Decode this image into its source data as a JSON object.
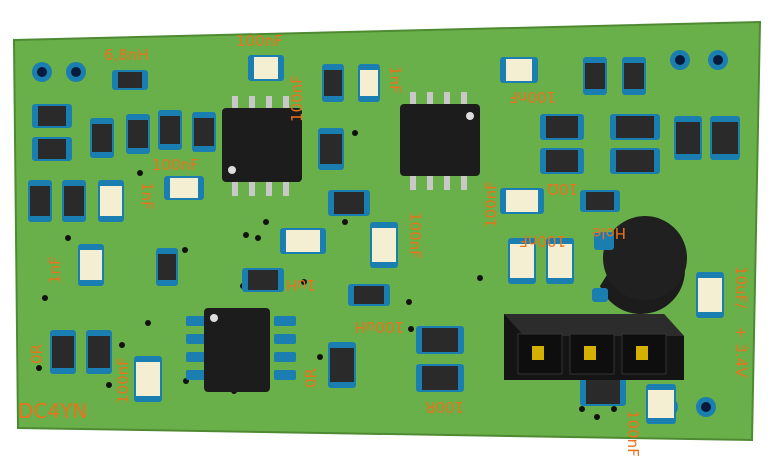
{
  "colors": {
    "pcb": "#6ab04a",
    "pcb_edge": "#5a9a3c",
    "silkscreen": "#e8731c",
    "pad": "#1a7fb0",
    "hole": "#0a1a3a",
    "chip_body": "#1c1c1c",
    "pin": "#c8c8c8"
  },
  "labels": {
    "inductor_top": "6,8nH",
    "cap_top": "100nF",
    "cap_top_rot": "100nF",
    "cap_1nf_a": "1nF",
    "cap_mid_left": "100nF",
    "cap_1nf_b": "1nF",
    "cap_1nf_c": "1nF",
    "cap_mid": "100nF",
    "ind_mid": "1uH",
    "cap_upper_right": "100nF",
    "cap_10": "10Ω",
    "hole_label": "Hole",
    "cap_100nf_mirror": "100nF",
    "ind_100uh": "100uH",
    "res_0r": "0R",
    "cap_100nf_bl": "100nF",
    "res_100r": "100R",
    "res_0r_b": "0R",
    "cap_10uf": "10uF/",
    "voltage": "+ 3.4V",
    "maker": "DC4YN",
    "cap_br": "100nF"
  }
}
